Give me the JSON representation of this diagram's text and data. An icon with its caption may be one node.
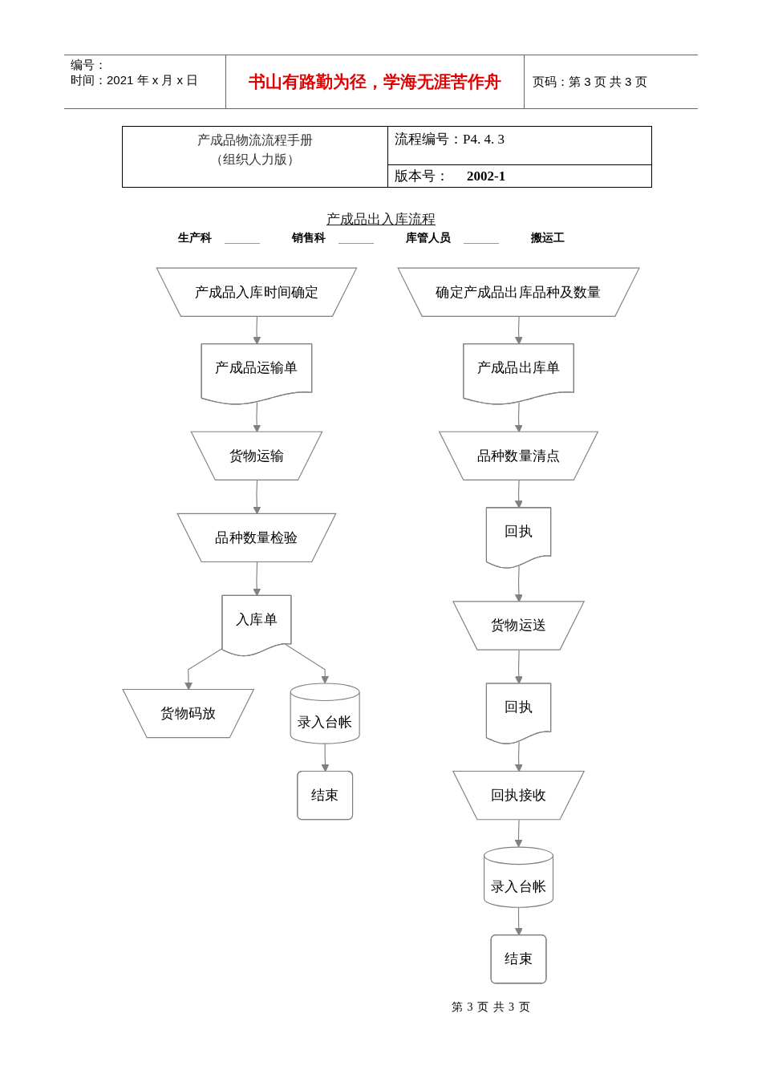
{
  "diagram": {
    "title": "产成品出入库流程",
    "nodes": [
      {
        "text": [
          "产成品入库时间确定"
        ]
      },
      {
        "text": [
          "产成品运输单"
        ]
      },
      {
        "text": [
          "货物运输"
        ]
      },
      {
        "text": [
          "品种数量检验"
        ]
      },
      {
        "text": [
          "入库单"
        ]
      },
      {
        "text": [
          "货物码放"
        ]
      },
      {
        "text": [
          "录入台帐"
        ]
      },
      {
        "text": [
          "结束"
        ]
      },
      {
        "text": [
          "确定产成品出库品种及数量"
        ]
      },
      {
        "text": [
          "产成品出库单"
        ]
      },
      {
        "text": [
          "品种数量清点"
        ]
      },
      {
        "text": [
          "回执"
        ]
      },
      {
        "text": [
          "货物运送"
        ]
      },
      {
        "text": [
          "回执"
        ]
      },
      {
        "text": [
          "回执接收"
        ]
      },
      {
        "text": [
          "录入台帐"
        ]
      },
      {
        "text": [
          "结束"
        ]
      }
    ],
    "edges": [
      {
        "from": 0,
        "to": 1,
        "arrow": "to"
      },
      {
        "from": 1,
        "to": 2,
        "arrow": "to"
      },
      {
        "from": 2,
        "to": 3,
        "arrow": "to"
      },
      {
        "from": 3,
        "to": 4,
        "arrow": "to"
      },
      {
        "from": 4,
        "to": 5,
        "arrow": "to"
      },
      {
        "from": 4,
        "to": 6,
        "arrow": "to"
      },
      {
        "from": 6,
        "to": 7,
        "arrow": "to"
      },
      {
        "from": 8,
        "to": 9,
        "arrow": "to"
      },
      {
        "from": 9,
        "to": 10,
        "arrow": "to"
      },
      {
        "from": 10,
        "to": 11,
        "arrow": "to"
      },
      {
        "from": 11,
        "to": 12,
        "arrow": "to"
      },
      {
        "from": 12,
        "to": 13,
        "arrow": "to"
      },
      {
        "from": 13,
        "to": 14,
        "arrow": "to"
      },
      {
        "from": 14,
        "to": 15,
        "arrow": "to"
      },
      {
        "from": 15,
        "to": 16,
        "arrow": "to"
      }
    ],
    "labels": [
      "编号：",
      "时间：2021 年 x 月 x 日",
      "书山有路勤为径，学海无涯苦作舟",
      "页码：第 3 页 共 3 页",
      "产成品物流流程手册",
      "（组织人力版）",
      "流程编号：P4. 4. 3",
      "版本号：",
      "2002-1",
      "生产科",
      "销售科",
      "库管人员",
      "搬运工",
      "第 3 页 共 3 页"
    ]
  }
}
